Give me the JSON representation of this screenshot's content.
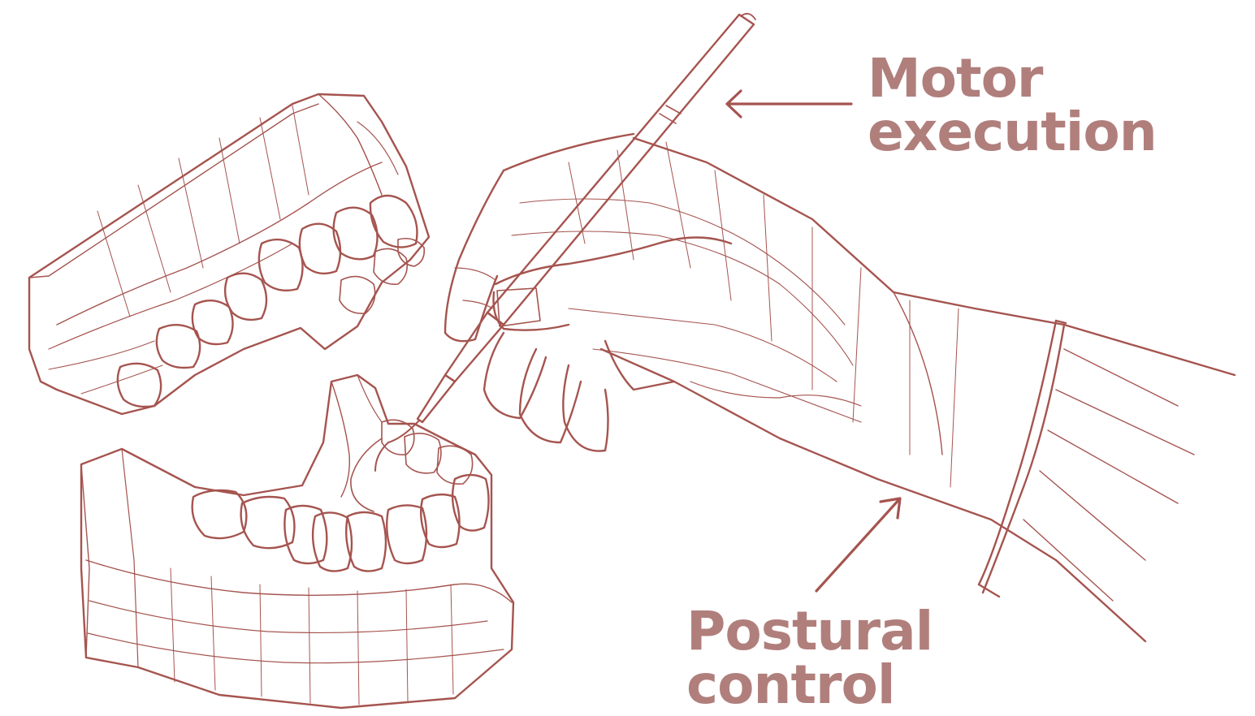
{
  "colors": {
    "line": "#a5544f",
    "label": "#b07f7c",
    "background": "#ffffff"
  },
  "labels": {
    "motor": {
      "line1": "Motor",
      "line2": "execution"
    },
    "postural": {
      "line1": "Postural",
      "line2": "control"
    }
  },
  "illustration": {
    "subjects": [
      "upper-dental-arch",
      "lower-dental-arch",
      "hand",
      "dental-probe"
    ]
  }
}
